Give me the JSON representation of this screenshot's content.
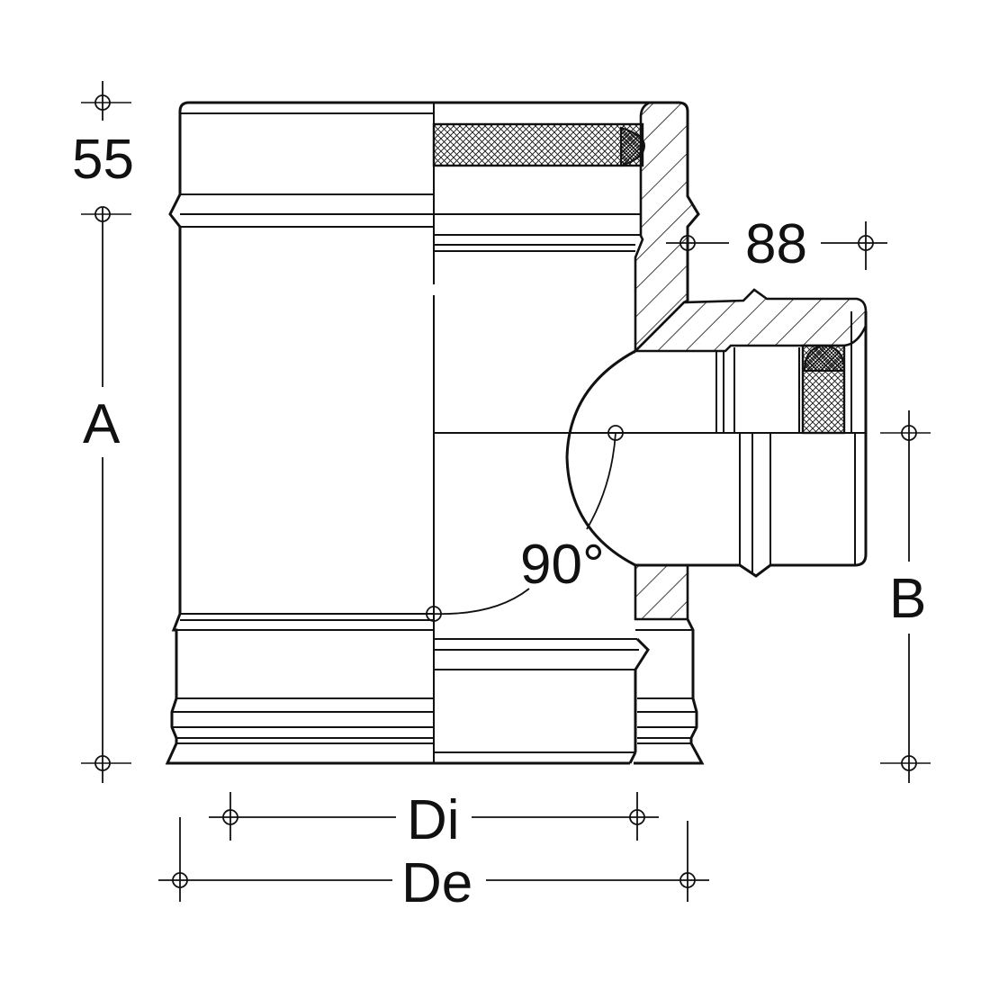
{
  "dimensions": {
    "top_height": "55",
    "total_height": "A",
    "branch_depth": "88",
    "branch_diameter": "B",
    "inner_diameter": "Di",
    "outer_diameter": "De",
    "branch_angle": "90°"
  },
  "colors": {
    "line": "#111111",
    "background": "#ffffff"
  }
}
